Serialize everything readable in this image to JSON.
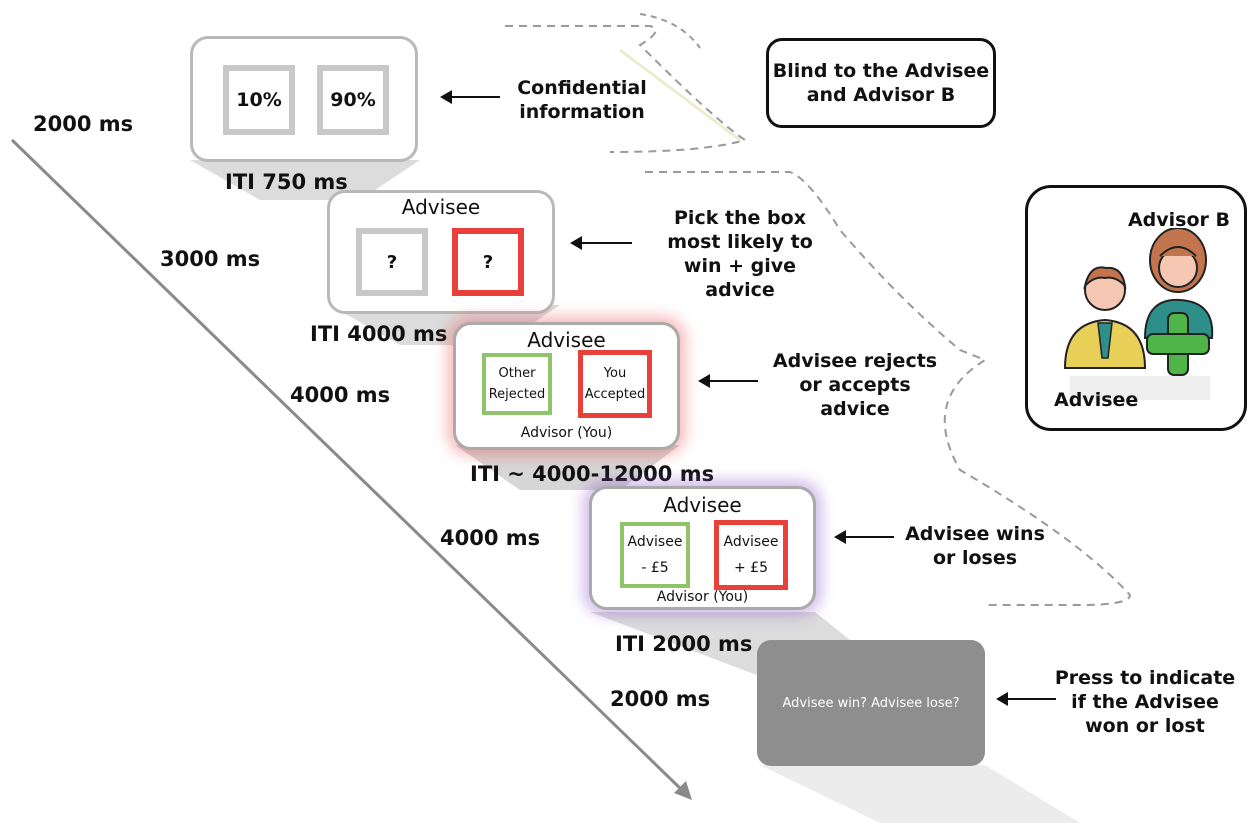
{
  "timings": {
    "t1": "2000 ms",
    "t2": "3000 ms",
    "t3": "4000 ms",
    "t4": "4000 ms",
    "t5": "2000 ms"
  },
  "iti": {
    "i1": "ITI 750 ms",
    "i2": "ITI 4000 ms",
    "i3": "ITI ~ 4000-12000 ms",
    "i4": "ITI 2000 ms"
  },
  "screen1": {
    "left_box": "10%",
    "right_box": "90%"
  },
  "screen2": {
    "title": "Advisee",
    "left_box": "?",
    "right_box": "?"
  },
  "screen3": {
    "title": "Advisee",
    "left_box_line1": "Other",
    "left_box_line2": "Rejected",
    "right_box_line1": "You",
    "right_box_line2": "Accepted",
    "footer": "Advisor (You)"
  },
  "screen4": {
    "title": "Advisee",
    "left_box_line1": "Advisee",
    "left_box_line2": "- £5",
    "right_box_line1": "Advisee",
    "right_box_line2": "+ £5",
    "footer": "Advisor (You)"
  },
  "screen5": {
    "prompt": "Advisee win? Advisee lose?"
  },
  "annotations": {
    "a1_line1": "Confidential",
    "a1_line2": "information",
    "a2_line1": "Pick the box",
    "a2_line2": "most likely to",
    "a2_line3": "win + give",
    "a2_line4": "advice",
    "a3_line1": "Advisee rejects",
    "a3_line2": "or accepts",
    "a3_line3": "advice",
    "a4_line1": "Advisee wins",
    "a4_line2": "or loses",
    "a5_line1": "Press to indicate",
    "a5_line2": "if the Advisee",
    "a5_line3": "won or lost"
  },
  "blind_box": {
    "line1": "Blind to the Advisee",
    "line2": "and Advisor B"
  },
  "people_panel": {
    "advisor_b": "Advisor B",
    "advisee": "Advisee"
  },
  "colors": {
    "red": "#e8403a",
    "green": "#8fc46b",
    "gray_box": "#c8c8c8",
    "prompt_bg": "#8e8e8e"
  }
}
